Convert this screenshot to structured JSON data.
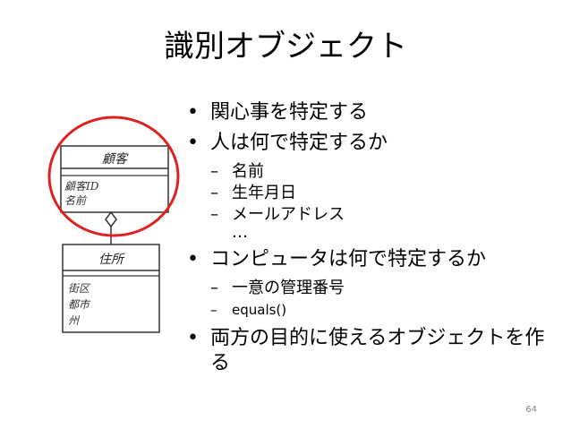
{
  "slide": {
    "title": "識別オブジェクト",
    "page_number": "64"
  },
  "bullets": [
    {
      "text": "関心事を特定する"
    },
    {
      "text": "人は何で特定するか",
      "sub": [
        "名前",
        "生年月日",
        "メールアドレス"
      ],
      "cont": "…"
    },
    {
      "text": "コンピュータは何で特定するか",
      "sub": [
        "一意の管理番号",
        "equals()"
      ]
    },
    {
      "text": "両方の目的に使えるオブジェクトを作る"
    }
  ],
  "diagram": {
    "customer_class": {
      "name": "顧客",
      "attributes": [
        "顧客ID",
        "名前"
      ]
    },
    "address_class": {
      "name": "住所",
      "attributes": [
        "街区",
        "都市",
        "州"
      ]
    },
    "highlight_color": "#e02020"
  }
}
